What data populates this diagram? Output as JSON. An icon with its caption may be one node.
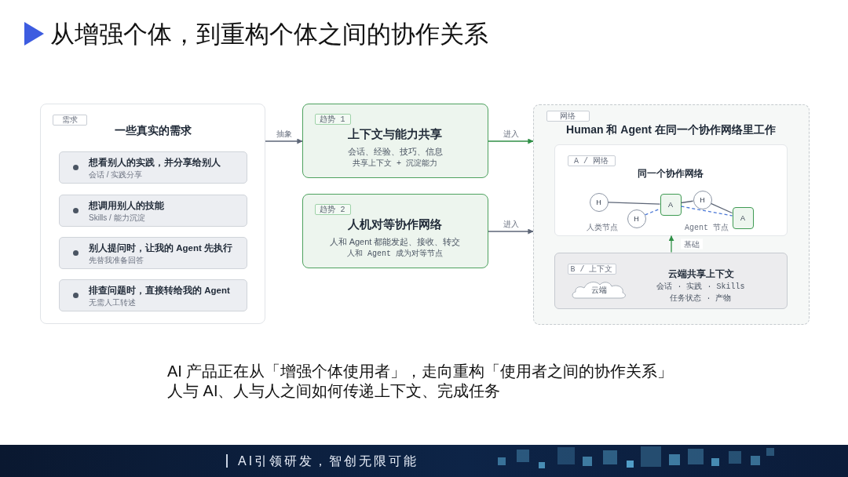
{
  "diagram": {
    "title": "从增强个体，到重构个体之间的协作关系",
    "nodes": [
      {
        "text": [
          "一些真实的需求"
        ]
      },
      {
        "text": [
          "需求"
        ],
        "in": 0
      },
      {
        "text": [
          "想看别人的实践，并分享给别人",
          "会话 / 实践分享"
        ],
        "in": 0
      },
      {
        "text": [
          "想调用别人的技能",
          "Skills / 能力沉淀"
        ],
        "in": 0
      },
      {
        "text": [
          "别人提问时，让我的 Agent 先执行",
          "先替我准备回答"
        ],
        "in": 0
      },
      {
        "text": [
          "排查问题时，直接转给我的 Agent",
          "无需人工转述"
        ],
        "in": 0
      },
      {
        "text": [
          "上下文与能力共享",
          "会话、经验、技巧、信息",
          "共享上下文 + 沉淀能力"
        ]
      },
      {
        "text": [
          "趋势 1"
        ],
        "in": 6
      },
      {
        "text": [
          "人机对等协作网络",
          "人和 Agent 都能发起、接收、转交",
          "人和 Agent 成为对等节点"
        ]
      },
      {
        "text": [
          "趋势 2"
        ],
        "in": 8
      },
      {
        "text": [
          "Human 和 Agent 在同一个协作网络里工作"
        ]
      },
      {
        "text": [
          "网络"
        ],
        "in": 10
      },
      {
        "text": [
          "同一个协作网络"
        ],
        "in": 10
      },
      {
        "text": [
          "A / 网络"
        ],
        "in": 12
      },
      {
        "text": [
          "H"
        ],
        "in": 12
      },
      {
        "text": [
          "H"
        ],
        "in": 12
      },
      {
        "text": [
          "A"
        ],
        "in": 12
      },
      {
        "text": [
          "H"
        ],
        "in": 12
      },
      {
        "text": [
          "A"
        ],
        "in": 12
      },
      {
        "text": [
          "云端共享上下文",
          "会话 · 实践 · Skills",
          "任务状态 · 产物"
        ],
        "in": 10
      },
      {
        "text": [
          "B / 上下文"
        ],
        "in": 19
      },
      {
        "text": [
          "云端"
        ],
        "in": 19
      }
    ],
    "edges": [
      {
        "from": 0,
        "to": 6,
        "arrow": "to",
        "label": "抽象"
      },
      {
        "from": 6,
        "to": 10,
        "arrow": "to",
        "label": "进入",
        "color": "#2f8f46"
      },
      {
        "from": 8,
        "to": 10,
        "arrow": "to",
        "label": "进入"
      },
      {
        "from": 19,
        "to": 12,
        "arrow": "to",
        "label": "基础",
        "color": "#2f8f46"
      },
      {
        "from": 14,
        "to": 16,
        "arrow": "none"
      },
      {
        "from": 15,
        "to": 16,
        "arrow": "none",
        "style": "dashed",
        "color": "#4b78d6"
      },
      {
        "from": 16,
        "to": 17,
        "arrow": "none"
      },
      {
        "from": 17,
        "to": 18,
        "arrow": "none"
      },
      {
        "from": 16,
        "to": 18,
        "arrow": "none",
        "style": "dashed",
        "color": "#4b78d6"
      }
    ],
    "labels": [
      "人类节点",
      "Agent 节点",
      "AI 产品正在从「增强个体使用者」，走向重构「使用者之间的协作关系」",
      "人与 AI、人与人之间如何传递上下文、完成任务",
      "AI引领研发，智创无限可能"
    ]
  }
}
